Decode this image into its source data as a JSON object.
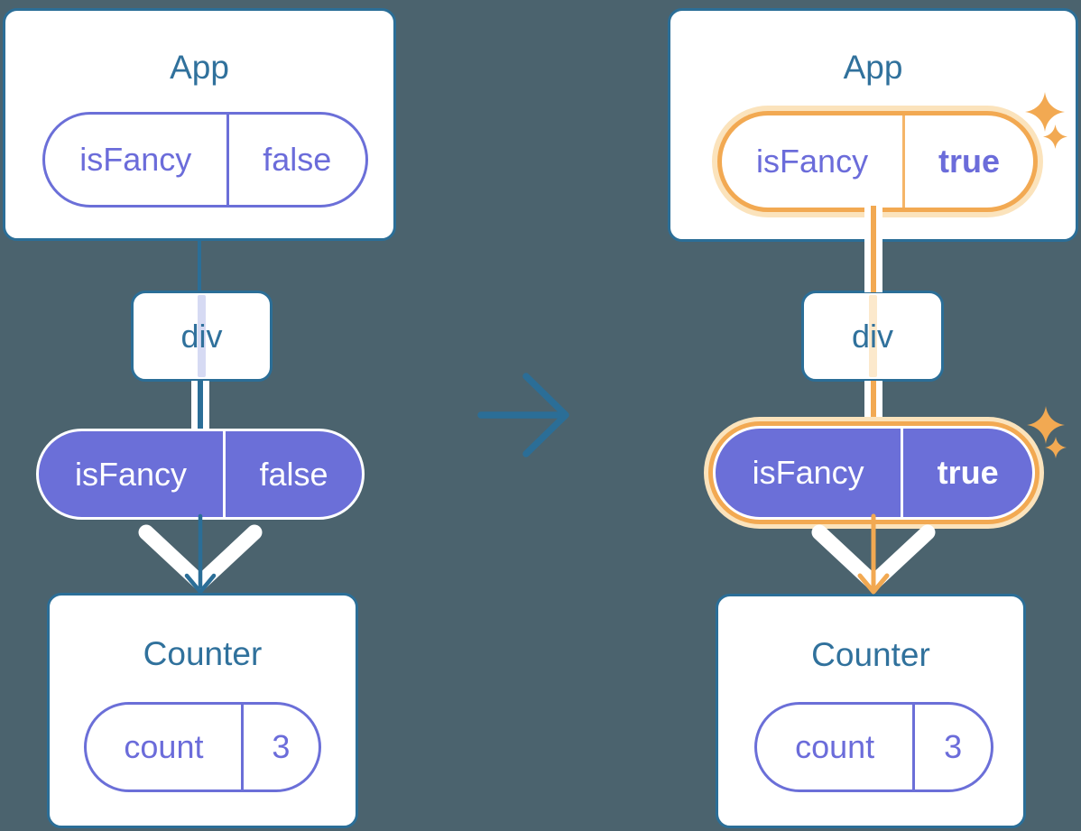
{
  "colors": {
    "background": "#4B636E",
    "card_border": "#2B6E97",
    "title_text": "#30719C",
    "purple": "#6B6CDA",
    "purple_fill": "#6B6FD8",
    "orange_highlight": "#F2A952",
    "orange_glow": "#FBE3BC",
    "lavender_stripe": "#D6DAF3",
    "peach_stripe": "#FCE9CC",
    "white": "#FFFFFF"
  },
  "icons": {
    "sparkle": "✦",
    "transition_arrow": "→",
    "pass_down_arrow": "↓"
  },
  "before": {
    "app": {
      "title": "App",
      "prop_pill": {
        "label": "isFancy",
        "value": "false"
      }
    },
    "div_node": {
      "label": "div"
    },
    "passed_prop_pill": {
      "label": "isFancy",
      "value": "false"
    },
    "counter": {
      "title": "Counter",
      "state_pill": {
        "label": "count",
        "value": "3"
      }
    }
  },
  "after": {
    "app": {
      "title": "App",
      "prop_pill": {
        "label": "isFancy",
        "value": "true"
      }
    },
    "div_node": {
      "label": "div"
    },
    "passed_prop_pill": {
      "label": "isFancy",
      "value": "true"
    },
    "counter": {
      "title": "Counter",
      "state_pill": {
        "label": "count",
        "value": "3"
      }
    }
  }
}
